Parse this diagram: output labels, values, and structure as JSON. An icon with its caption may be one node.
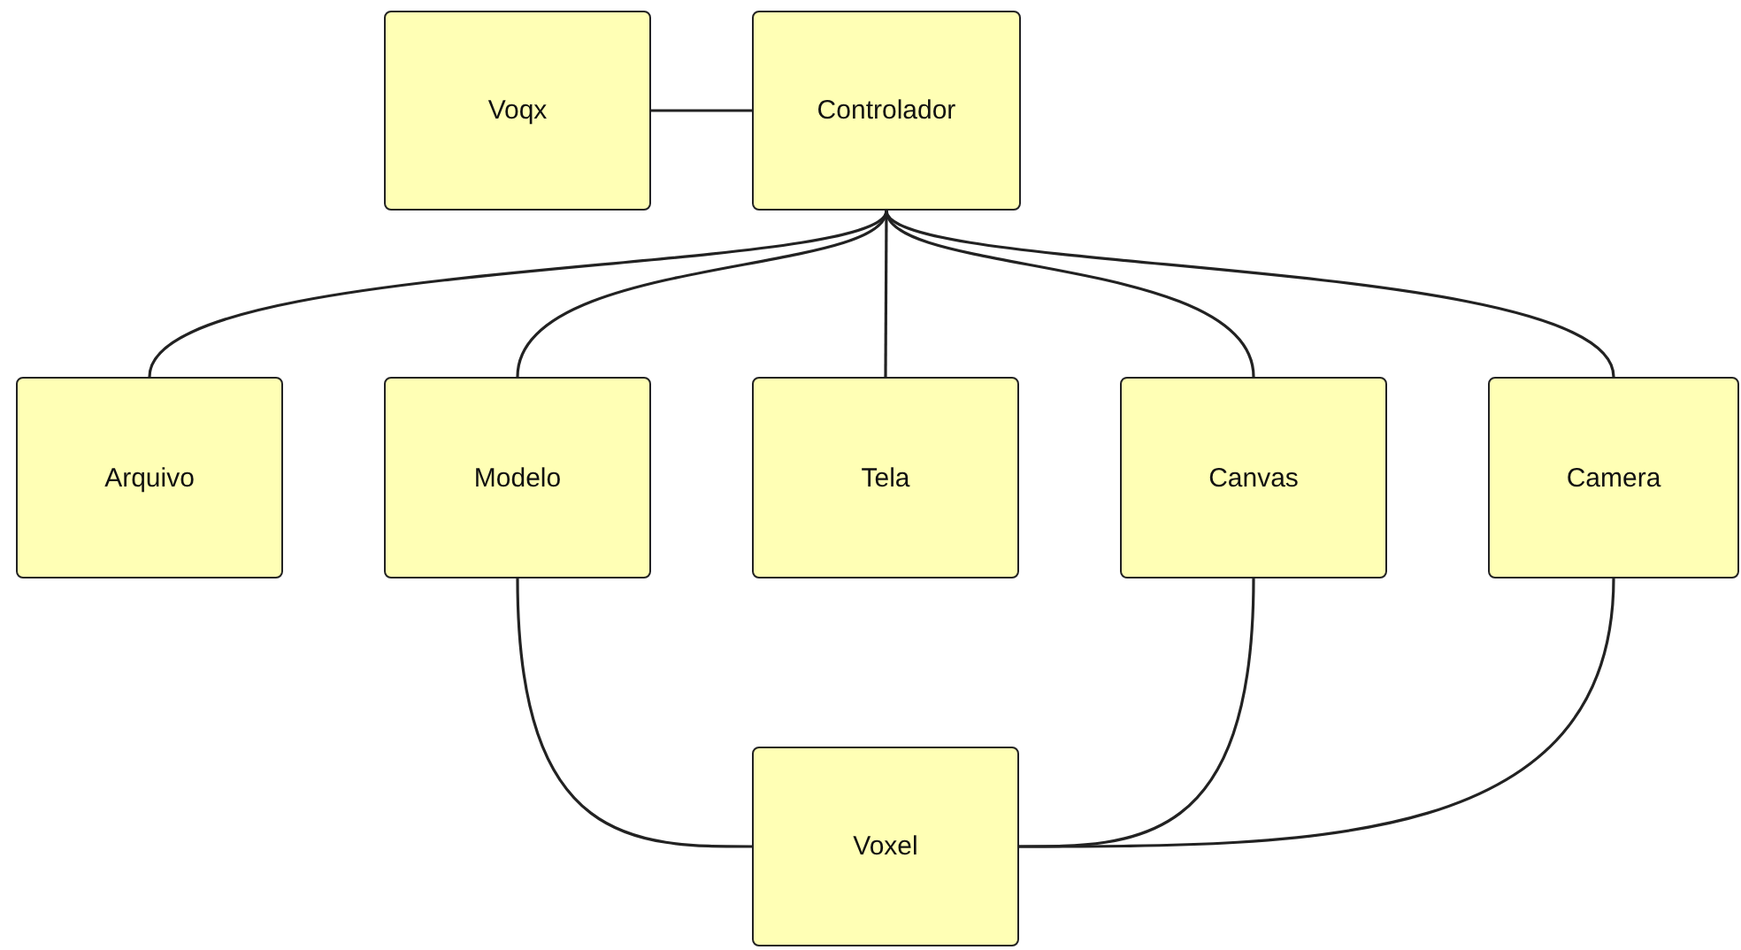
{
  "diagram": {
    "nodes": [
      {
        "text": [
          "Voqx"
        ]
      },
      {
        "text": [
          "Controlador"
        ]
      },
      {
        "text": [
          "Arquivo"
        ]
      },
      {
        "text": [
          "Modelo"
        ]
      },
      {
        "text": [
          "Tela"
        ]
      },
      {
        "text": [
          "Canvas"
        ]
      },
      {
        "text": [
          "Camera"
        ]
      },
      {
        "text": [
          "Voxel"
        ]
      }
    ],
    "edges": [
      {
        "from": 0,
        "to": 1,
        "arrow": "none"
      },
      {
        "from": 1,
        "to": 2,
        "arrow": "none"
      },
      {
        "from": 1,
        "to": 3,
        "arrow": "none"
      },
      {
        "from": 1,
        "to": 4,
        "arrow": "none"
      },
      {
        "from": 1,
        "to": 5,
        "arrow": "none"
      },
      {
        "from": 1,
        "to": 6,
        "arrow": "none"
      },
      {
        "from": 3,
        "to": 7,
        "arrow": "none"
      },
      {
        "from": 5,
        "to": 7,
        "arrow": "none"
      },
      {
        "from": 6,
        "to": 7,
        "arrow": "none"
      }
    ]
  }
}
